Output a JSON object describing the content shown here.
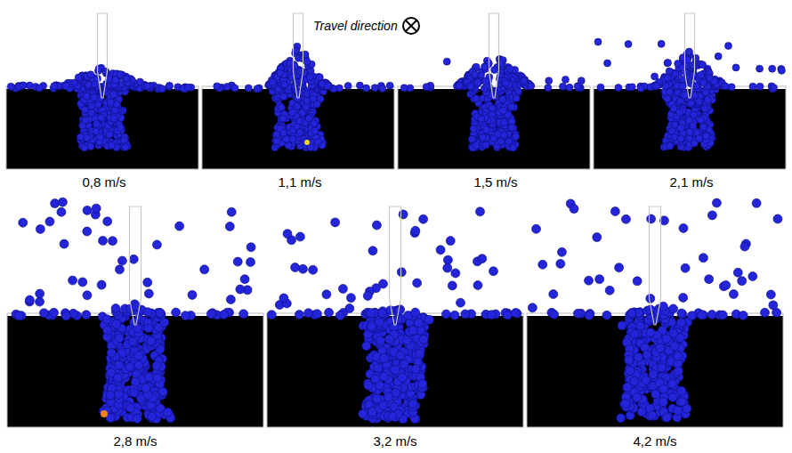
{
  "diagram": {
    "labels": [
      "Travel direction",
      "0,8 m/s",
      "1,1 m/s",
      "1,5 m/s",
      "2,1 m/s",
      "2,8 m/s",
      "3,2 m/s",
      "4,2 m/s"
    ]
  }
}
